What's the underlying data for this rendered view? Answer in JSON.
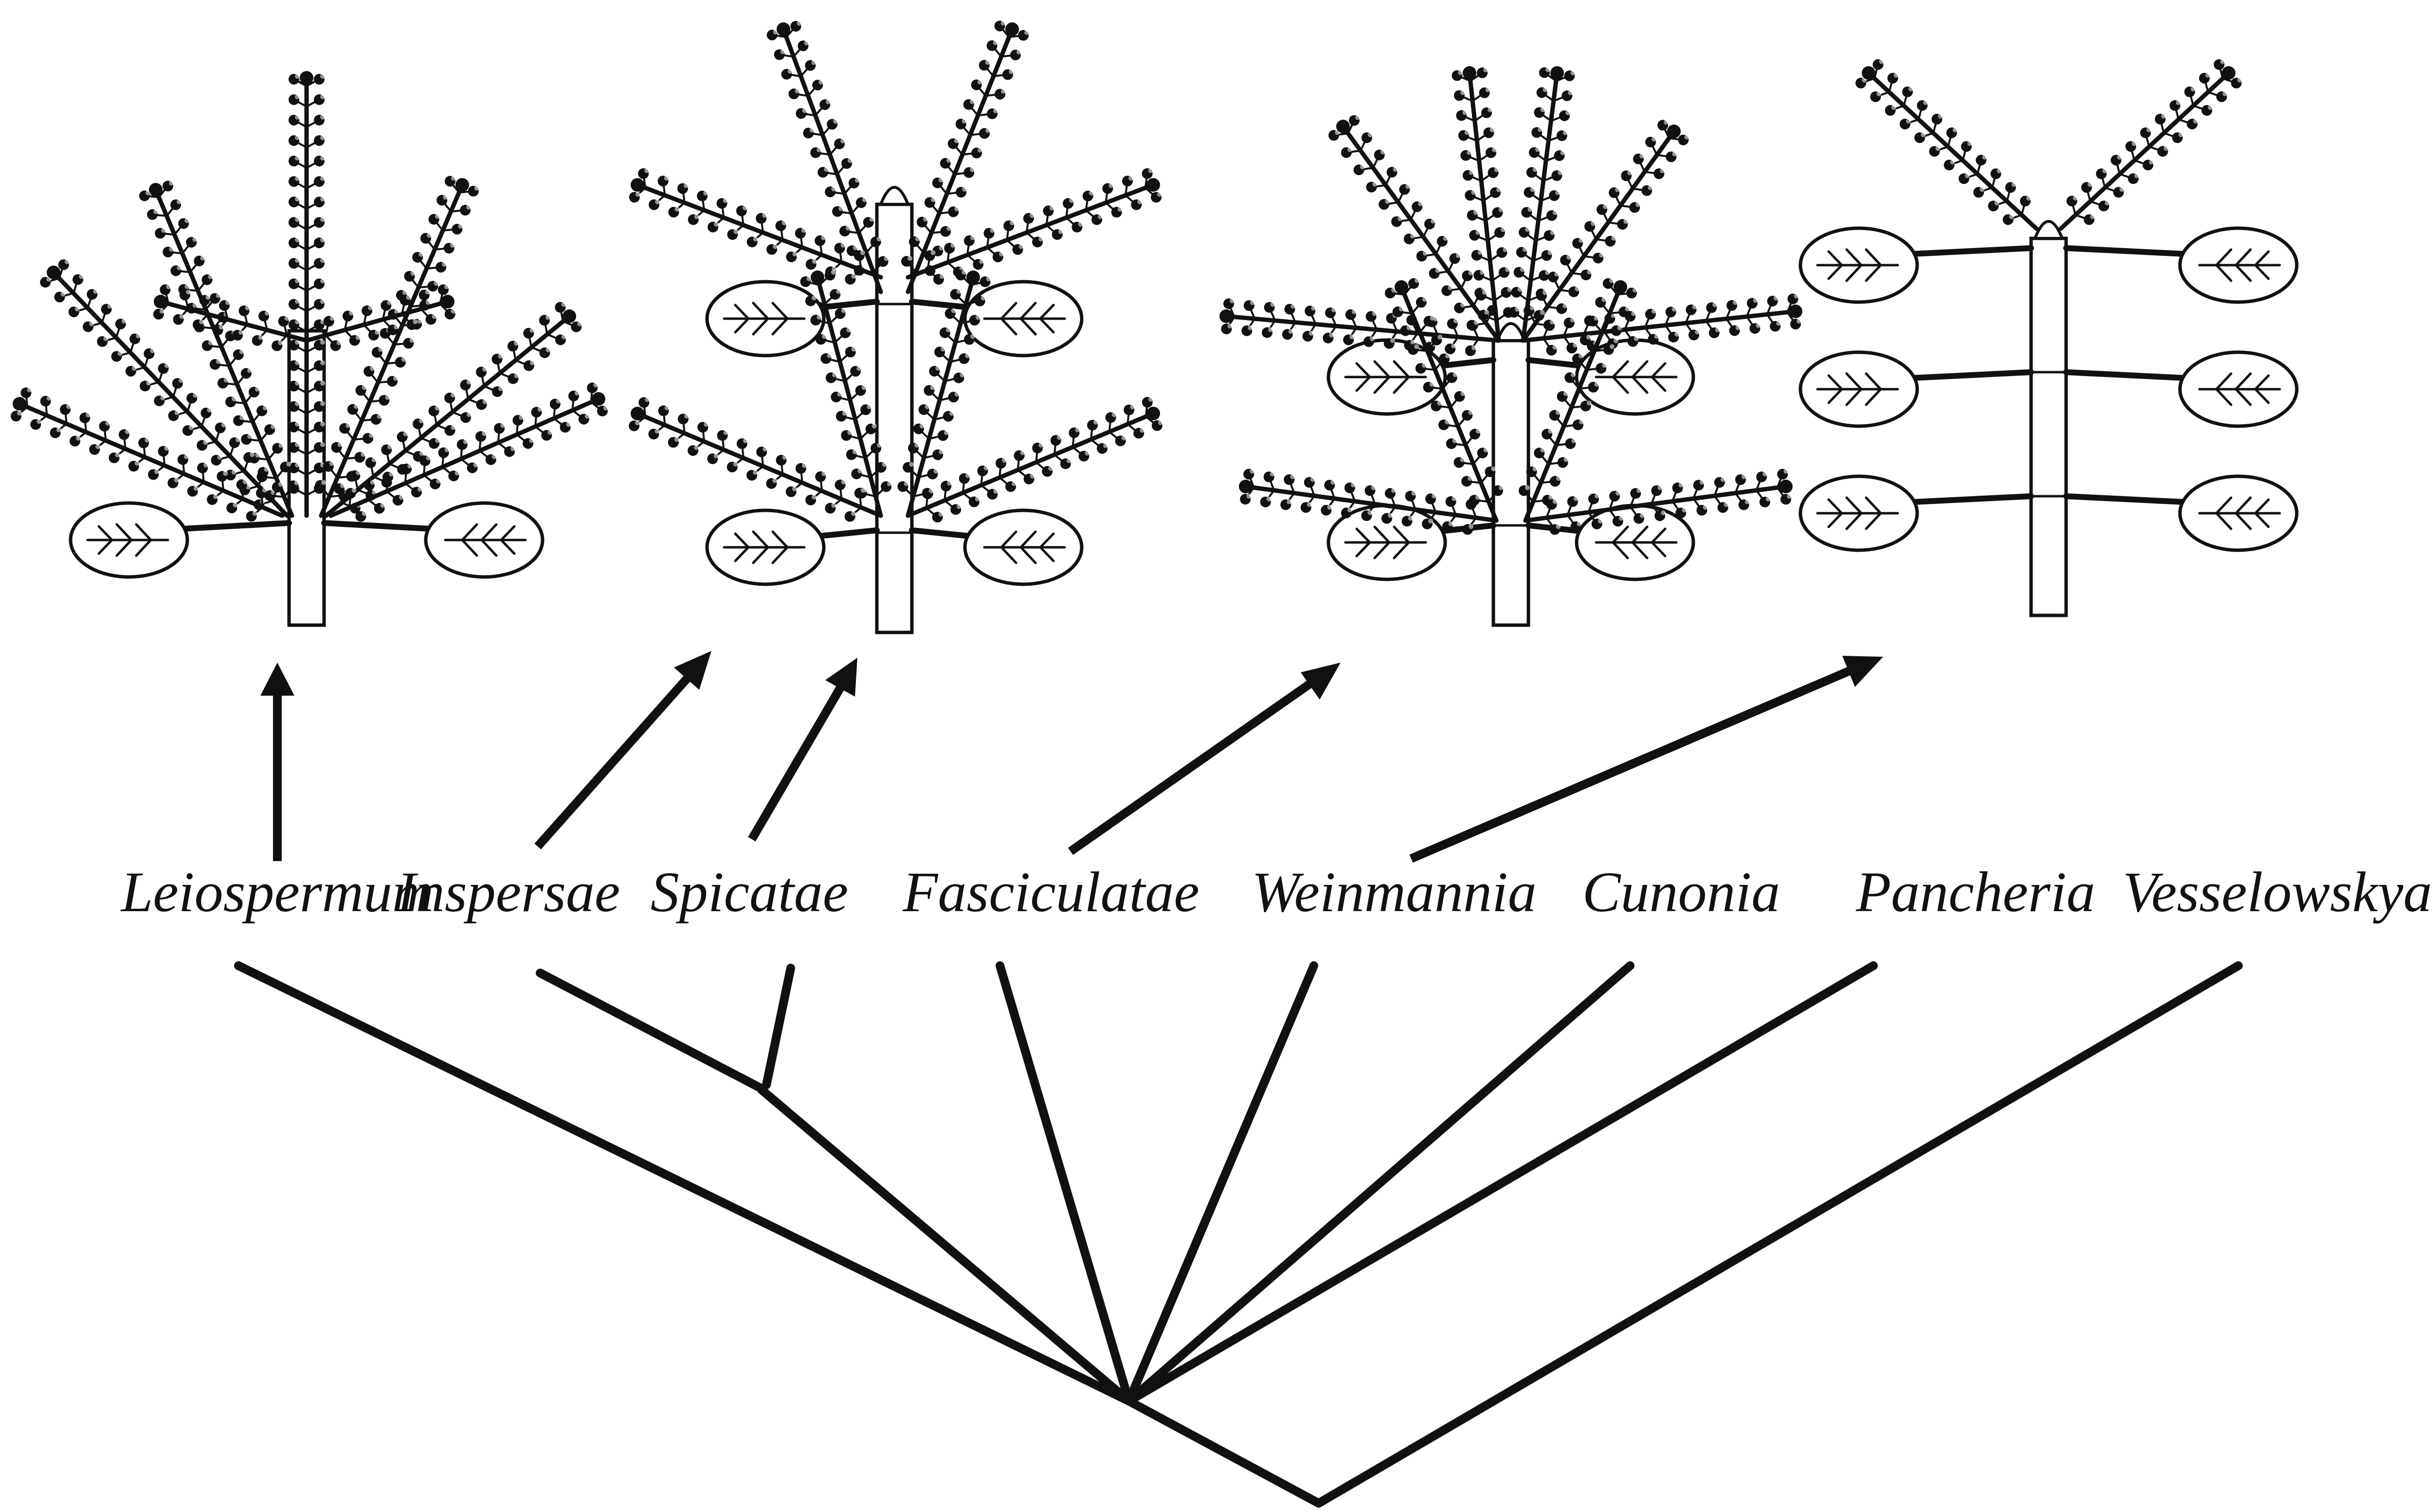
{
  "diagram": {
    "kind": "cladogram with inflorescence illustrations",
    "taxa": [
      {
        "id": "leiospermum",
        "label": "Leiospermum"
      },
      {
        "id": "inspersae",
        "label": "Inspersae"
      },
      {
        "id": "spicatae",
        "label": "Spicatae"
      },
      {
        "id": "fasciculatae",
        "label": "Fasciculatae"
      },
      {
        "id": "weinmannia",
        "label": "Weinmannia"
      },
      {
        "id": "cunonia",
        "label": "Cunonia"
      },
      {
        "id": "pancheria",
        "label": "Pancheria"
      },
      {
        "id": "vesselowskya",
        "label": "Vesselowskya"
      }
    ],
    "tree": {
      "root_children": [
        {
          "clade": [
            "leiospermum",
            [
              "inspersae",
              "spicatae"
            ],
            "fasciculatae",
            "weinmannia",
            "cunonia",
            "pancheria"
          ]
        },
        "vesselowskya"
      ]
    },
    "inflorescence_types": [
      {
        "id": "type-1",
        "taxa": [
          "leiospermum"
        ],
        "leaf_pairs": 1
      },
      {
        "id": "type-2",
        "taxa": [
          "inspersae",
          "spicatae"
        ],
        "leaf_pairs": 2
      },
      {
        "id": "type-3",
        "taxa": [
          "fasciculatae"
        ],
        "leaf_pairs": 2
      },
      {
        "id": "type-4",
        "taxa": [
          "weinmannia"
        ],
        "leaf_pairs": 3
      }
    ],
    "colors": {
      "line": "#111111",
      "leaf_fill": "#ffffff",
      "background": "#ffffff"
    }
  }
}
